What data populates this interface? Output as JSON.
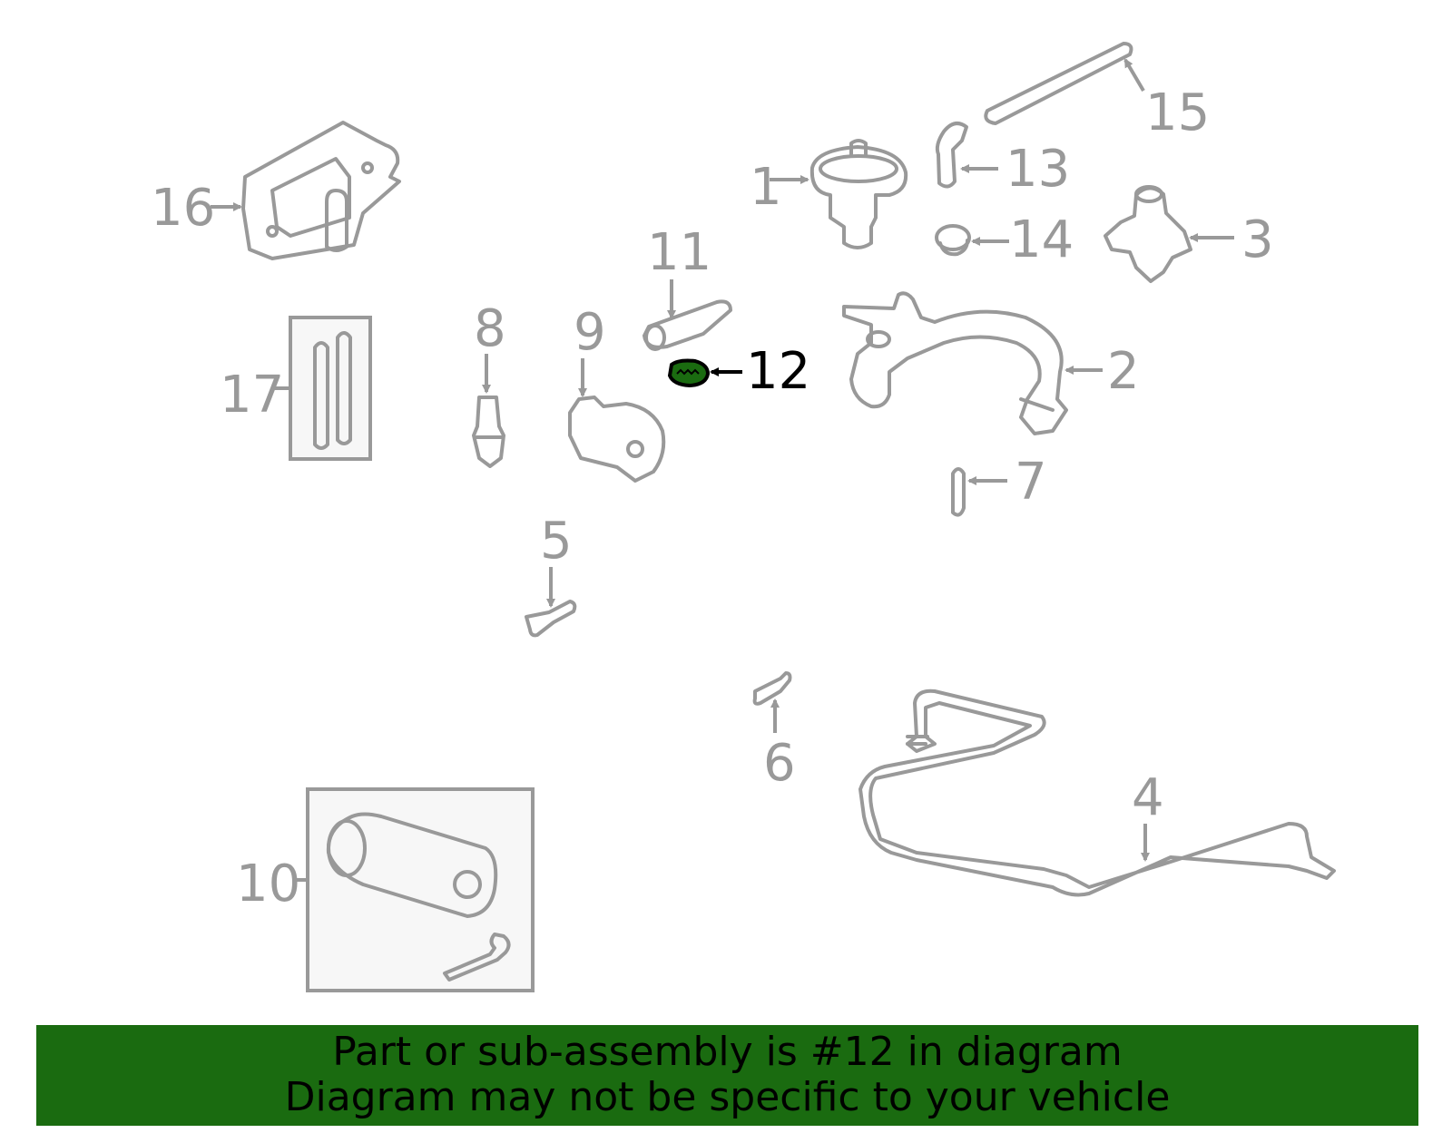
{
  "diagram": {
    "highlight_color": "#1a6b10",
    "line_color": "#999999",
    "highlighted_part": "12",
    "callouts": {
      "p1": "1",
      "p2": "2",
      "p3": "3",
      "p4": "4",
      "p5": "5",
      "p6": "6",
      "p7": "7",
      "p8": "8",
      "p9": "9",
      "p10": "10",
      "p11": "11",
      "p12": "12",
      "p13": "13",
      "p14": "14",
      "p15": "15",
      "p16": "16",
      "p17": "17"
    }
  },
  "banner": {
    "line1": "Part or sub-assembly is #12 in diagram",
    "line2": "Diagram may not be specific to your vehicle",
    "background": "#1a6b10"
  }
}
